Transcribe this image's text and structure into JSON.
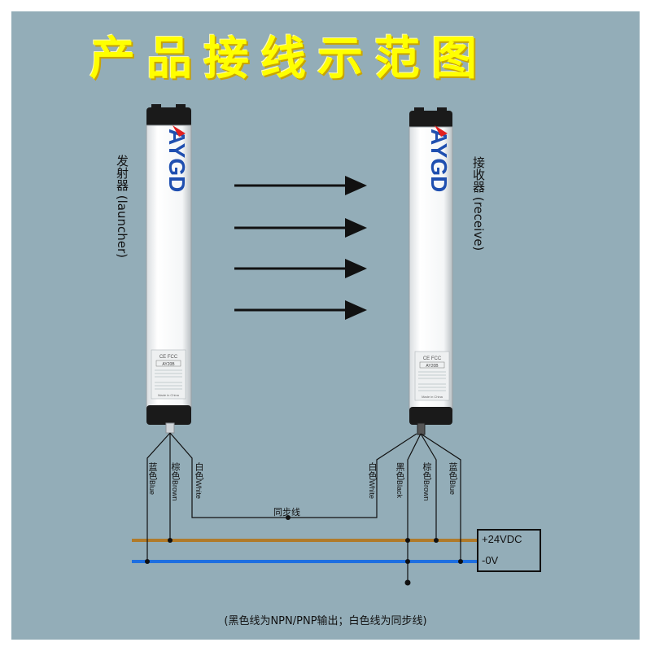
{
  "title": "产品接线示范图",
  "brand": "AYGD",
  "model": "AY20B",
  "cert": "CE  FCC",
  "made_in": "Made in China",
  "emitter_label": "发射器 (launcher)",
  "receiver_label": "接收器 (receive)",
  "wires_left": [
    {
      "cn": "蓝色",
      "en": "Blue",
      "color": "#1565c0"
    },
    {
      "cn": "棕色",
      "en": "Brown",
      "color": "#8b5a2b"
    },
    {
      "cn": "白色",
      "en": "White",
      "color": "#ffffff"
    }
  ],
  "wires_right": [
    {
      "cn": "白色",
      "en": "White",
      "color": "#ffffff"
    },
    {
      "cn": "黑色",
      "en": "Black",
      "color": "#111111"
    },
    {
      "cn": "棕色",
      "en": "Brown",
      "color": "#8b5a2b"
    },
    {
      "cn": "蓝色",
      "en": "Blue",
      "color": "#1565c0"
    }
  ],
  "sync_label": "同步线",
  "psu": {
    "pos": "+24VDC",
    "neg": "-0V"
  },
  "note": "(黑色线为NPN/PNP输出；白色线为同步线)",
  "colors": {
    "background": "#93adb8",
    "title": "#ffff00",
    "brown_rail": "#b07a2a",
    "blue_rail": "#1e6fe0",
    "logo_blue": "#1f4fb0",
    "logo_red": "#e02020"
  }
}
